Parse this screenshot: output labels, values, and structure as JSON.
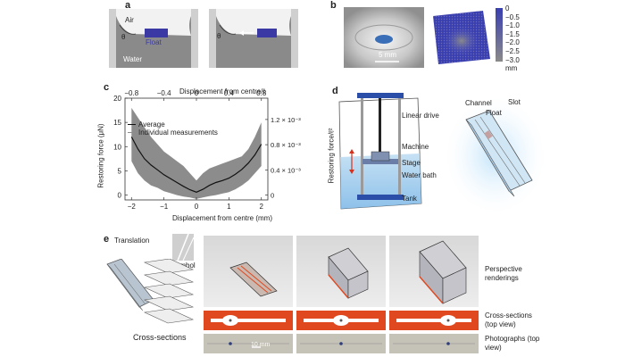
{
  "panels": {
    "a": {
      "label": "a",
      "air": "Air",
      "theta": "θ",
      "float": "Float",
      "water": "Water"
    },
    "b": {
      "label": "b",
      "scalebar": "5 mm",
      "colorbar_ticks": [
        "0",
        "−0.5",
        "−1.0",
        "−1.5",
        "−2.0",
        "−2.5",
        "−3.0"
      ],
      "colorbar_unit": "mm",
      "colors": {
        "top": "#3a3fb0",
        "bottom": "#8a8a8a"
      }
    },
    "c": {
      "label": "c"
    },
    "d": {
      "label": "d",
      "ylabel": "Restoring force/ℓ²",
      "labels": {
        "linear_drive": "Linear drive",
        "machine": "Machine",
        "stage": "Stage",
        "water_bath": "Water bath",
        "tank": "Tank",
        "channel": "Channel",
        "float": "Float",
        "slot": "Slot"
      }
    },
    "e": {
      "label": "e",
      "translation": "Translation",
      "symbol": "Symbol",
      "cross_sections": "Cross-sections",
      "row_labels": {
        "perspective": "Perspective renderings",
        "cross_top": "Cross-sections (top view)",
        "photos": "Photographs (top view)"
      },
      "scalebar": "10 mm",
      "colors": {
        "cross_section": "#e0481f"
      }
    }
  },
  "chart_data": {
    "type": "line",
    "title": "",
    "xlabel": "Displacement from centre (mm)",
    "ylabel": "Restoring force (μN)",
    "x_top_label": "Displacement from centre/ℓ",
    "y_right_label": "",
    "xlim": [
      -2.2,
      2.2
    ],
    "ylim": [
      -1,
      20
    ],
    "x_ticks": [
      -2,
      -1,
      0,
      1,
      2
    ],
    "y_ticks": [
      0,
      5,
      10,
      15,
      20
    ],
    "x_top_ticks": [
      "−0.8",
      "−0.4",
      "0",
      "0.4",
      "0.8"
    ],
    "y_right_ticks": [
      "0",
      "0.4 × 10⁻³",
      "0.8 × 10⁻³",
      "1.2 × 10⁻³"
    ],
    "legend": {
      "placement": "top-left",
      "entries": [
        "Average",
        "Individual measurements"
      ]
    },
    "series": [
      {
        "name": "Average",
        "x": [
          -2.0,
          -1.8,
          -1.6,
          -1.4,
          -1.2,
          -1.0,
          -0.8,
          -0.6,
          -0.4,
          -0.2,
          0.0,
          0.2,
          0.4,
          0.6,
          0.8,
          1.0,
          1.2,
          1.4,
          1.6,
          1.8,
          2.0
        ],
        "y": [
          12,
          9.5,
          7.5,
          6.2,
          5.2,
          4.2,
          3.4,
          2.6,
          1.8,
          1.1,
          0.6,
          1.2,
          2.0,
          2.6,
          3.0,
          3.5,
          4.3,
          5.3,
          6.6,
          8.3,
          10.5
        ]
      },
      {
        "name": "Individual measurements",
        "x": [
          -2.0,
          -1.8,
          -1.6,
          -1.4,
          -1.2,
          -1.0,
          -0.8,
          -0.6,
          -0.4,
          -0.2,
          0.0,
          0.2,
          0.4,
          0.6,
          0.8,
          1.0,
          1.2,
          1.4,
          1.6,
          1.8,
          2.0
        ],
        "y_upper": [
          18,
          16,
          14,
          12,
          10.5,
          9,
          8,
          7,
          6,
          4.5,
          3,
          4.5,
          5.5,
          6,
          6.5,
          7,
          7.5,
          8,
          9.5,
          12,
          15
        ],
        "y_lower": [
          7,
          4.5,
          3,
          2,
          1.5,
          0.8,
          0.4,
          0,
          -0.3,
          -0.5,
          -0.8,
          -0.5,
          -0.2,
          0,
          0.3,
          0.6,
          1.2,
          2,
          3,
          4.5,
          6
        ]
      }
    ]
  }
}
